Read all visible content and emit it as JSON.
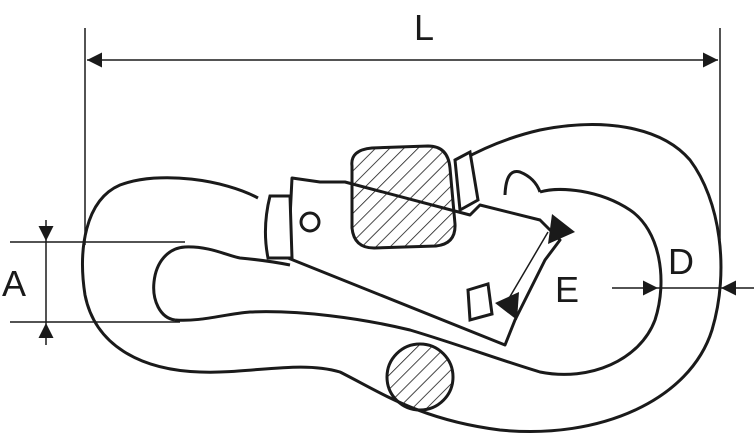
{
  "diagram": {
    "labels": {
      "L": "L",
      "A": "A",
      "D": "D",
      "E": "E"
    },
    "colors": {
      "line": "#1a1a1a",
      "fill": "#ffffff",
      "hatch": "#1a1a1a"
    }
  }
}
